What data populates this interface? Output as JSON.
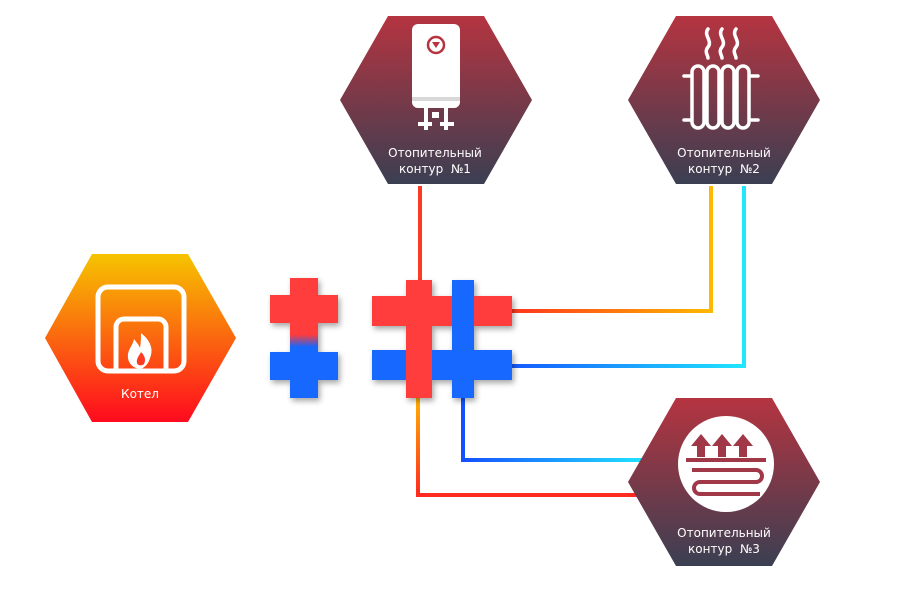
{
  "boiler": {
    "label": "Котел"
  },
  "circuit1": {
    "line1": "Отопительный",
    "line2": "контур  №1"
  },
  "circuit2": {
    "line1": "Отопительный",
    "line2": "контур  №2"
  },
  "circuit3": {
    "line1": "Отопительный",
    "line2": "контур  №3"
  },
  "colors": {
    "hot": "#ff3030",
    "cold": "#1060ff",
    "warm": "#ffb000",
    "cool": "#20e0ff",
    "hex_top": "#b03040",
    "hex_bottom": "#3c4050",
    "boiler_top": "#f5c000",
    "boiler_bottom": "#ff0020"
  }
}
